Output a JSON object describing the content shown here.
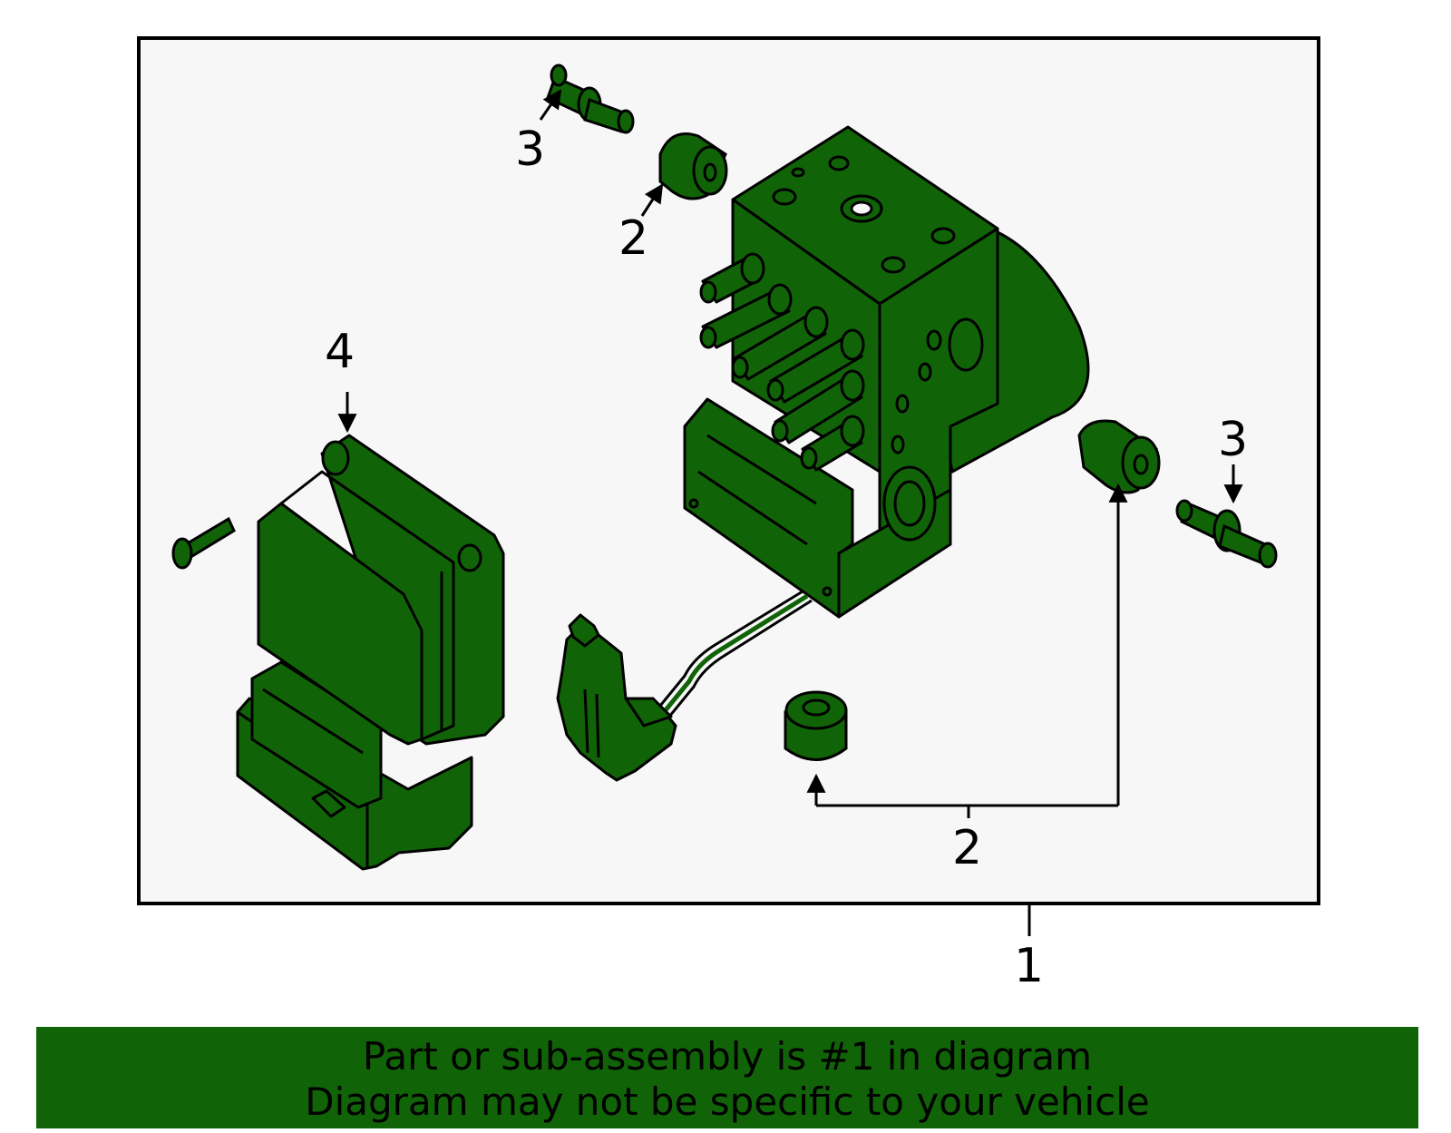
{
  "diagram": {
    "callouts": {
      "assembly": "1",
      "bushing_bottom": "2",
      "bushing_top": "2",
      "bolt_top": "3",
      "bolt_right": "3",
      "control_module": "4"
    }
  },
  "footer": {
    "line1": "Part or sub-assembly is #1 in diagram",
    "line2": "Diagram may not be specific to your vehicle"
  },
  "colors": {
    "part_fill": "#116307",
    "footer_bg": "#116307",
    "panel_bg": "#f7f7f7",
    "stroke": "#000000"
  }
}
